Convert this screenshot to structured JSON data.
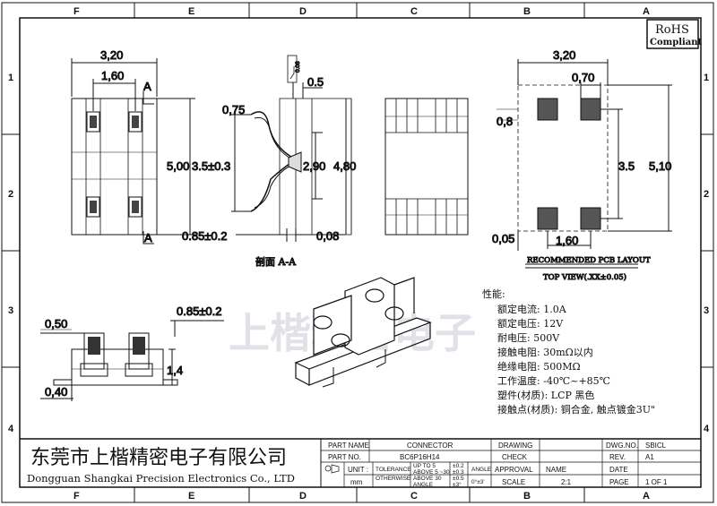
{
  "border": {
    "top_zones": [
      "F",
      "E",
      "D",
      "C",
      "B",
      "A"
    ],
    "side_zones": [
      "1",
      "2",
      "3",
      "4"
    ]
  },
  "rohs": {
    "line1": "RoHS",
    "line2": "Compliant"
  },
  "watermark": "上楷精密电子",
  "top_view_left": {
    "width": "3,20",
    "pitch": "1,60",
    "height": "5,00",
    "section_mark": "A"
  },
  "section_view": {
    "label": "剖面 A-A",
    "flatness": "0.08",
    "dims": {
      "tip": "0.5",
      "radius": "0,75",
      "contact": "3.5±0.3",
      "inner": "2,90",
      "outer": "4,80",
      "lead": "0.85±0.2",
      "bottom": "0,08"
    }
  },
  "pcb_layout": {
    "width": "3,20",
    "pad_w": "0,70",
    "pad_h": "0,8",
    "pitch_y": "3.5",
    "height": "5,10",
    "edge": "0,05",
    "pitch_x": "1,60",
    "caption1": "RECOMMENDED PCB LAYOUT",
    "caption2": "TOP VIEW(.XX±0.05)"
  },
  "side_view": {
    "top": "0,50",
    "lead": "0.85±0.2",
    "height": "1,4",
    "bottom": "0,40"
  },
  "specs": {
    "title": "性能:",
    "lines": [
      "额定电流: 1.0A",
      "额定电压: 12V",
      "耐电压: 500V",
      "接触电阻: 30mΩ以内",
      "绝缘电阻: 500MΩ",
      "工作温度: -40℃~+85℃",
      "塑件(材质): LCP 黑色",
      "接触点(材质): 铜合金, 触点镀金3U\""
    ]
  },
  "company": {
    "cn": "东莞市上楷精密电子有限公司",
    "en": "Dongguan Shangkai Precision Electronics Co., LTD"
  },
  "title_block": {
    "part_name_label": "PART NAME",
    "part_name": "CONNECTOR",
    "part_no_label": "PART NO.",
    "part_no": "BC6P16H14",
    "unit_label": "UNIT :",
    "unit": "mm",
    "tol_label1": "TOLERANCE",
    "tol_label2": "OTHERWISE",
    "tol_r1a": "UP TO 5",
    "tol_r1b": "±0.2",
    "tol_r2a": "ABOVE 5 ~30",
    "tol_r2b": "±0.3",
    "tol_r3a": "ABOVE 30",
    "tol_r3b": "±0.5",
    "tol_r4a": "ANGLE",
    "tol_r4b": "±3°",
    "angle_label": "ANGLE",
    "angle_val": "0°±3'",
    "drawing": "DRAWING",
    "check": "CHECK",
    "approval": "APPROVAL",
    "scale_label": "SCALE",
    "scale": "2:1",
    "dwg_label": "DWG.NO.",
    "dwg": "SBICL",
    "rev_label": "REV.",
    "rev": "A1",
    "date_label": "DATE",
    "name_label": "NAME",
    "page_label": "PAGE",
    "page": "1 OF 1"
  }
}
